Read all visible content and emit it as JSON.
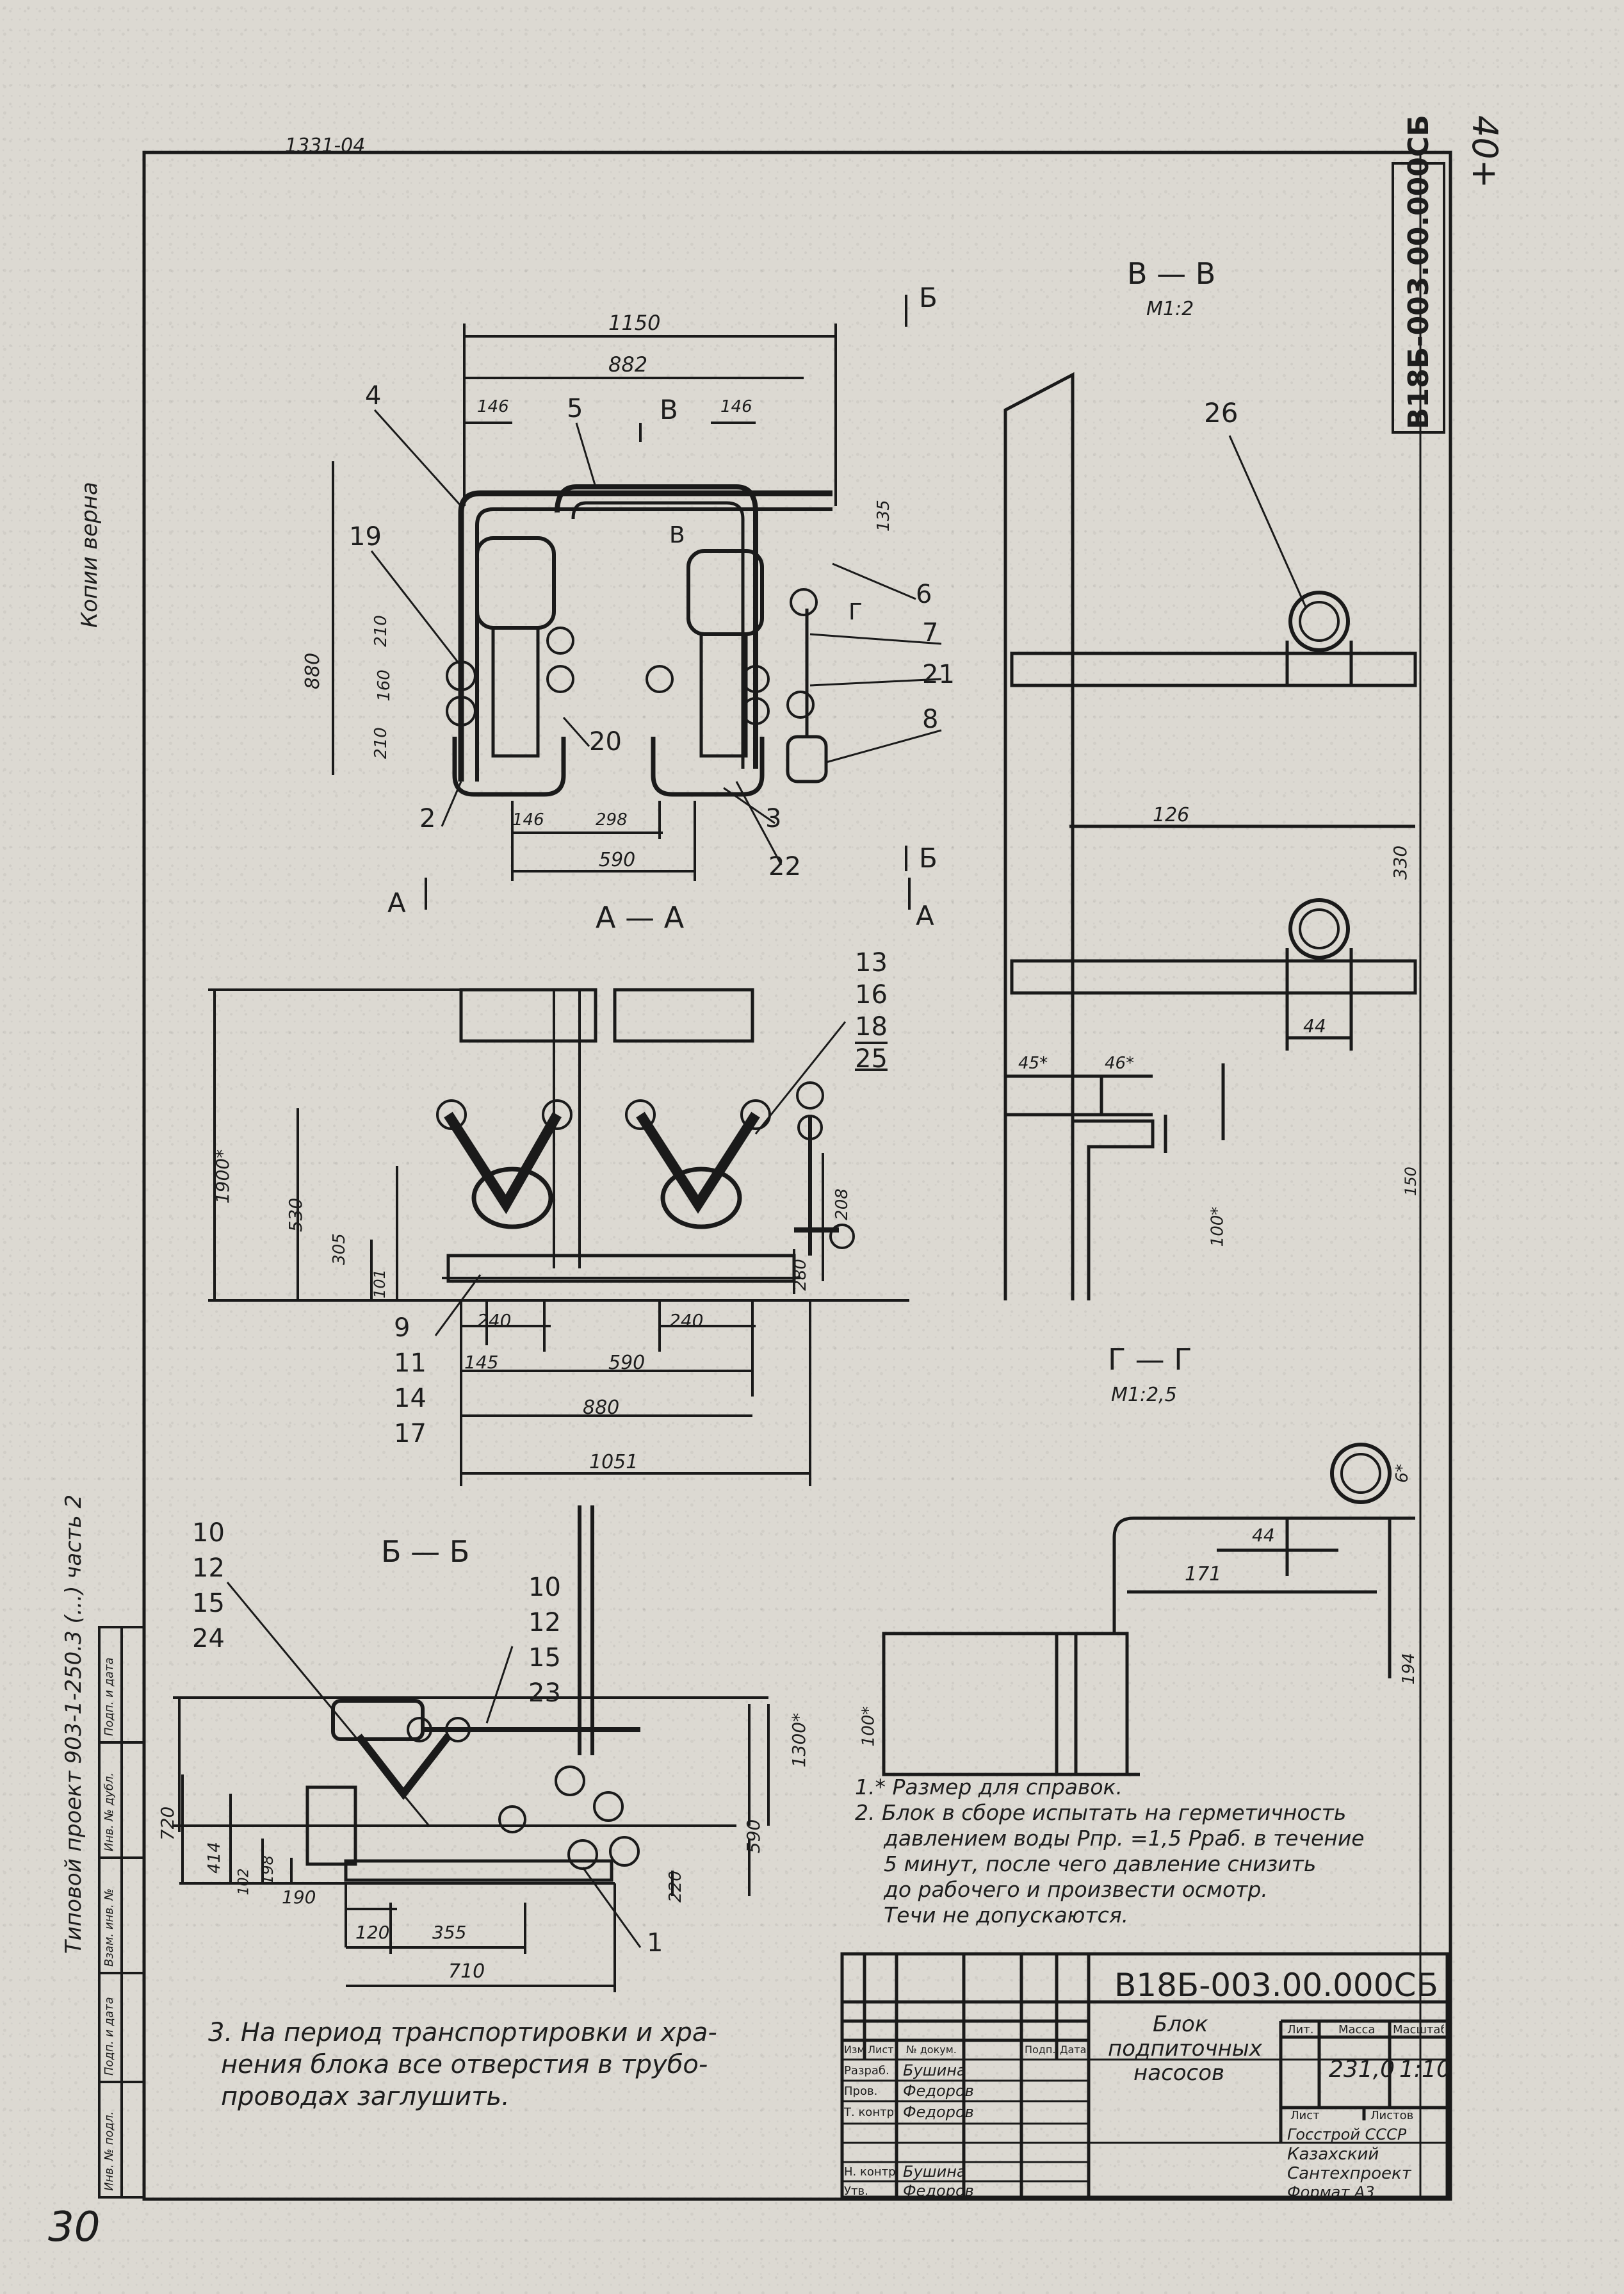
{
  "sheet": {
    "archive_no": "1331-04",
    "corner_number": "40+",
    "page_number": "30",
    "side_vertical_text": "Типовой проект 903-1-250.3 (...) часть 2",
    "side_signature": "Копии верна"
  },
  "views": {
    "aa": "А — А",
    "bb": "Б — Б",
    "vv": "В — В",
    "vv_scale": "М1:2",
    "gg": "Г — Г",
    "gg_scale": "М1:2,5",
    "cut_a": "А",
    "cut_b": "Б",
    "cut_v": "В",
    "cut_g": "Г"
  },
  "dimensions_top": {
    "d1150": "1150",
    "d882": "882",
    "d146a": "146",
    "d146b": "146",
    "d135": "135",
    "d880": "880",
    "d210a": "210",
    "d160": "160",
    "d210b": "210",
    "d146c": "146",
    "d298": "298",
    "d590": "590"
  },
  "dimensions_mid": {
    "d1900": "1900*",
    "d530": "530",
    "d305": "305",
    "d101": "101",
    "d208": "208",
    "d280": "280",
    "d240a": "240",
    "d240b": "240",
    "d145": "145",
    "d590": "590",
    "d880": "880",
    "d1051": "1051"
  },
  "dimensions_bottom": {
    "d720": "720",
    "d414": "414",
    "d198": "198",
    "d102": "102",
    "d190": "190",
    "d120": "120",
    "d355": "355",
    "d710": "710",
    "d220": "220",
    "d590": "590",
    "d1300": "1300*"
  },
  "dimensions_vv": {
    "d126": "126",
    "d330": "330",
    "d44": "44",
    "d45": "45*",
    "d46": "46*",
    "d100": "100*",
    "d150": "150"
  },
  "dimensions_gg": {
    "d44": "44",
    "d171": "171",
    "d6": "6*",
    "d194": "194",
    "d100": "100*"
  },
  "callouts_top": [
    "4",
    "5",
    "19",
    "6",
    "7",
    "21",
    "8",
    "20",
    "2",
    "3",
    "22"
  ],
  "callouts_mid": [
    "13",
    "16",
    "18",
    "25",
    "9",
    "11",
    "14",
    "17"
  ],
  "callouts_bottom": [
    "10",
    "12",
    "15",
    "24",
    "10",
    "12",
    "15",
    "23",
    "1"
  ],
  "callout_vv": "26",
  "notes": [
    "1.* Размер для справок.",
    "2. Блок в сборе испытать на герметичность",
    "давлением воды Рпр. =1,5 Рраб. в течение",
    "5 минут, после чего давление снизить",
    "до рабочего и произвести осмотр.",
    "Течи не допускаются."
  ],
  "note3": [
    "3. На период транспортировки и хра-",
    "нения блока все отверстия в трубо-",
    "проводах заглушить."
  ],
  "title_block": {
    "designation": "В18Б-003.00.000СБ",
    "name_line1": "Блок",
    "name_line2": "подпиточных",
    "name_line3": "насосов",
    "col_lit": "Лит.",
    "col_mass": "Масса",
    "col_scale": "Масштаб",
    "mass": "231,0",
    "scale": "1:10",
    "sheet_label": "Лист",
    "sheets_label": "Листов",
    "org_line1": "Госстрой СССР",
    "org_line2": "Казахский",
    "org_line3": "Сантехпроект",
    "format": "Формат А3",
    "hdr_izm": "Изм",
    "hdr_list": "Лист",
    "hdr_doc": "№ докум.",
    "hdr_sign": "Подп.",
    "hdr_date": "Дата",
    "row_razrab": "Разраб.",
    "row_prov": "Пров.",
    "row_tkontr": "Т. контр.",
    "row_nkontr": "Н. контр.",
    "row_utv": "Утв.",
    "name_razrab": "Бушина",
    "name_prov": "Федоров",
    "name_tkontr": "Федоров",
    "name_nkontr": "Бушина",
    "name_utv": "Федоров"
  },
  "stamp_side": {
    "c1": "Подп. и дата",
    "c2": "Инв. № дубл.",
    "c3": "Взам. инв. №",
    "c4": "Подп. и дата",
    "c5": "Инв. № подл."
  },
  "vertical_stamp": "В18Б-003.00.000СБ"
}
